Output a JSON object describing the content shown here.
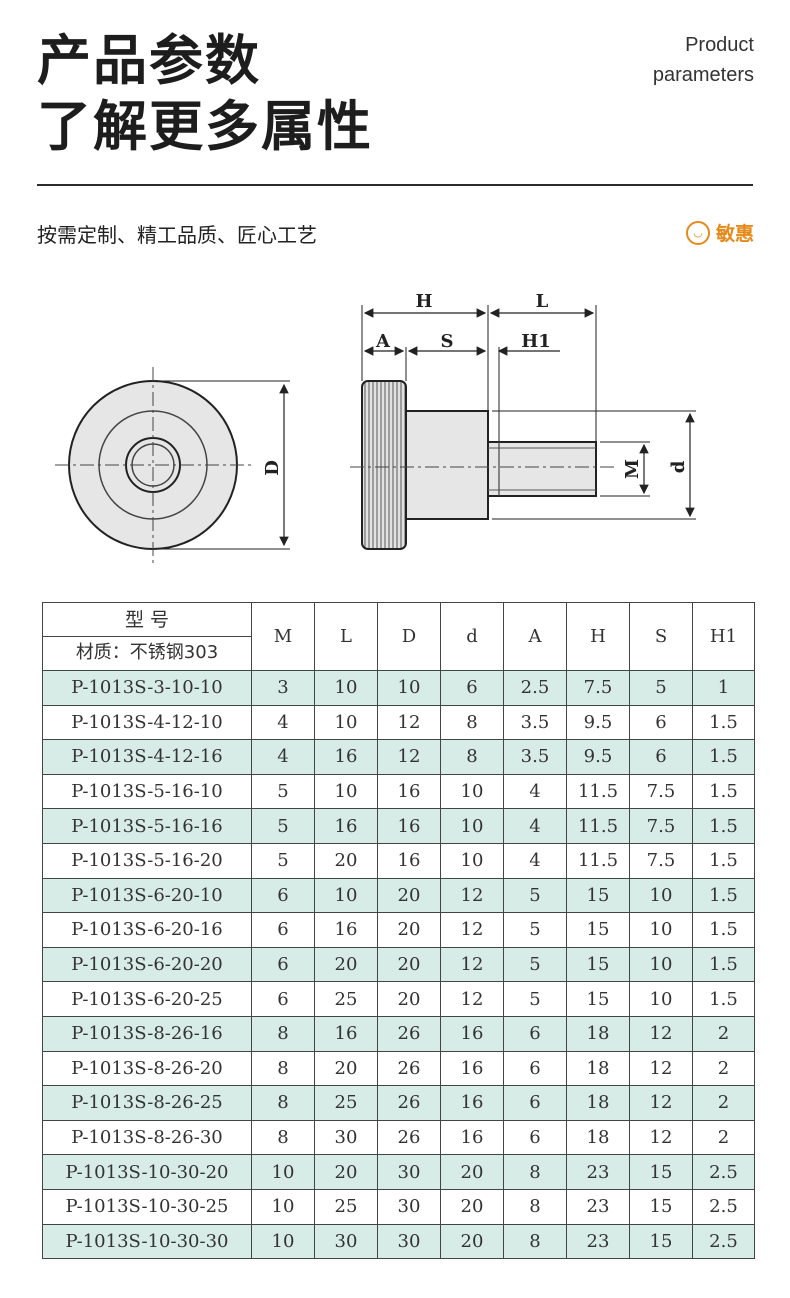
{
  "header": {
    "title_line1": "产品参数",
    "title_line2": "了解更多属性",
    "en_line1": "Product",
    "en_line2": "parameters"
  },
  "slogan": "按需定制、精工品质、匠心工艺",
  "brand": {
    "name": "敏惠",
    "color": "#e58a1a"
  },
  "drawing": {
    "labels": {
      "H": "H",
      "L": "L",
      "A": "A",
      "S": "S",
      "H1": "H1",
      "D": "D",
      "M": "M",
      "d": "d"
    }
  },
  "table": {
    "header_model": "型 号",
    "header_material": "材质：不锈钢303",
    "columns": [
      "M",
      "L",
      "D",
      "d",
      "A",
      "H",
      "S",
      "H1"
    ],
    "row_highlight_color": "#d8ece7",
    "rows": [
      [
        "P-1013S-3-10-10",
        "3",
        "10",
        "10",
        "6",
        "2.5",
        "7.5",
        "5",
        "1"
      ],
      [
        "P-1013S-4-12-10",
        "4",
        "10",
        "12",
        "8",
        "3.5",
        "9.5",
        "6",
        "1.5"
      ],
      [
        "P-1013S-4-12-16",
        "4",
        "16",
        "12",
        "8",
        "3.5",
        "9.5",
        "6",
        "1.5"
      ],
      [
        "P-1013S-5-16-10",
        "5",
        "10",
        "16",
        "10",
        "4",
        "11.5",
        "7.5",
        "1.5"
      ],
      [
        "P-1013S-5-16-16",
        "5",
        "16",
        "16",
        "10",
        "4",
        "11.5",
        "7.5",
        "1.5"
      ],
      [
        "P-1013S-5-16-20",
        "5",
        "20",
        "16",
        "10",
        "4",
        "11.5",
        "7.5",
        "1.5"
      ],
      [
        "P-1013S-6-20-10",
        "6",
        "10",
        "20",
        "12",
        "5",
        "15",
        "10",
        "1.5"
      ],
      [
        "P-1013S-6-20-16",
        "6",
        "16",
        "20",
        "12",
        "5",
        "15",
        "10",
        "1.5"
      ],
      [
        "P-1013S-6-20-20",
        "6",
        "20",
        "20",
        "12",
        "5",
        "15",
        "10",
        "1.5"
      ],
      [
        "P-1013S-6-20-25",
        "6",
        "25",
        "20",
        "12",
        "5",
        "15",
        "10",
        "1.5"
      ],
      [
        "P-1013S-8-26-16",
        "8",
        "16",
        "26",
        "16",
        "6",
        "18",
        "12",
        "2"
      ],
      [
        "P-1013S-8-26-20",
        "8",
        "20",
        "26",
        "16",
        "6",
        "18",
        "12",
        "2"
      ],
      [
        "P-1013S-8-26-25",
        "8",
        "25",
        "26",
        "16",
        "6",
        "18",
        "12",
        "2"
      ],
      [
        "P-1013S-8-26-30",
        "8",
        "30",
        "26",
        "16",
        "6",
        "18",
        "12",
        "2"
      ],
      [
        "P-1013S-10-30-20",
        "10",
        "20",
        "30",
        "20",
        "8",
        "23",
        "15",
        "2.5"
      ],
      [
        "P-1013S-10-30-25",
        "10",
        "25",
        "30",
        "20",
        "8",
        "23",
        "15",
        "2.5"
      ],
      [
        "P-1013S-10-30-30",
        "10",
        "30",
        "30",
        "20",
        "8",
        "23",
        "15",
        "2.5"
      ]
    ]
  }
}
